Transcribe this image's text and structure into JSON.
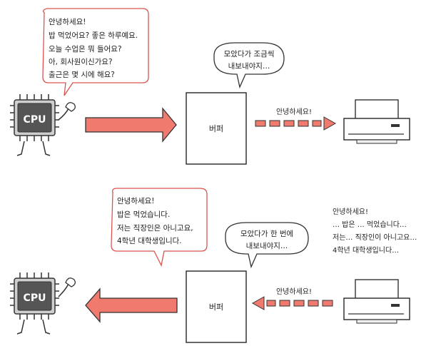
{
  "top": {
    "cpu_label": "CPU",
    "cpu_speech": [
      "안녕하세요!",
      "밥 먹었어요? 좋은 하루예요.",
      "오늘 수업은 뭐 들어요?",
      "아, 회사원이신가요?",
      "출근은 몇 시에 해요?"
    ],
    "buffer_label": "버퍼",
    "buffer_speech": [
      "모았다가 조금씩",
      "내보내야지…"
    ],
    "dashed_label": "안녕하세요!"
  },
  "bottom": {
    "cpu_label": "CPU",
    "cpu_speech": [
      "안녕하세요!",
      "밥은 먹었습니다.",
      "저는 직장인은 아니고요,",
      "4학년 대학생입니다."
    ],
    "buffer_label": "버퍼",
    "buffer_speech": [
      "모았다가 한 번에",
      "내보내야지…"
    ],
    "dashed_label": "안녕하세요!",
    "printer_text": [
      "안녕하세요!",
      "… 밥은 … 먹었습니다…",
      "저는… 직장인이 아니고요…",
      "4학년 대학생입니다…"
    ]
  },
  "colors": {
    "arrow_fill": "#ef7a6d",
    "bubble_outline_cpu": "#d9534f",
    "chip_dark": "#555555"
  }
}
